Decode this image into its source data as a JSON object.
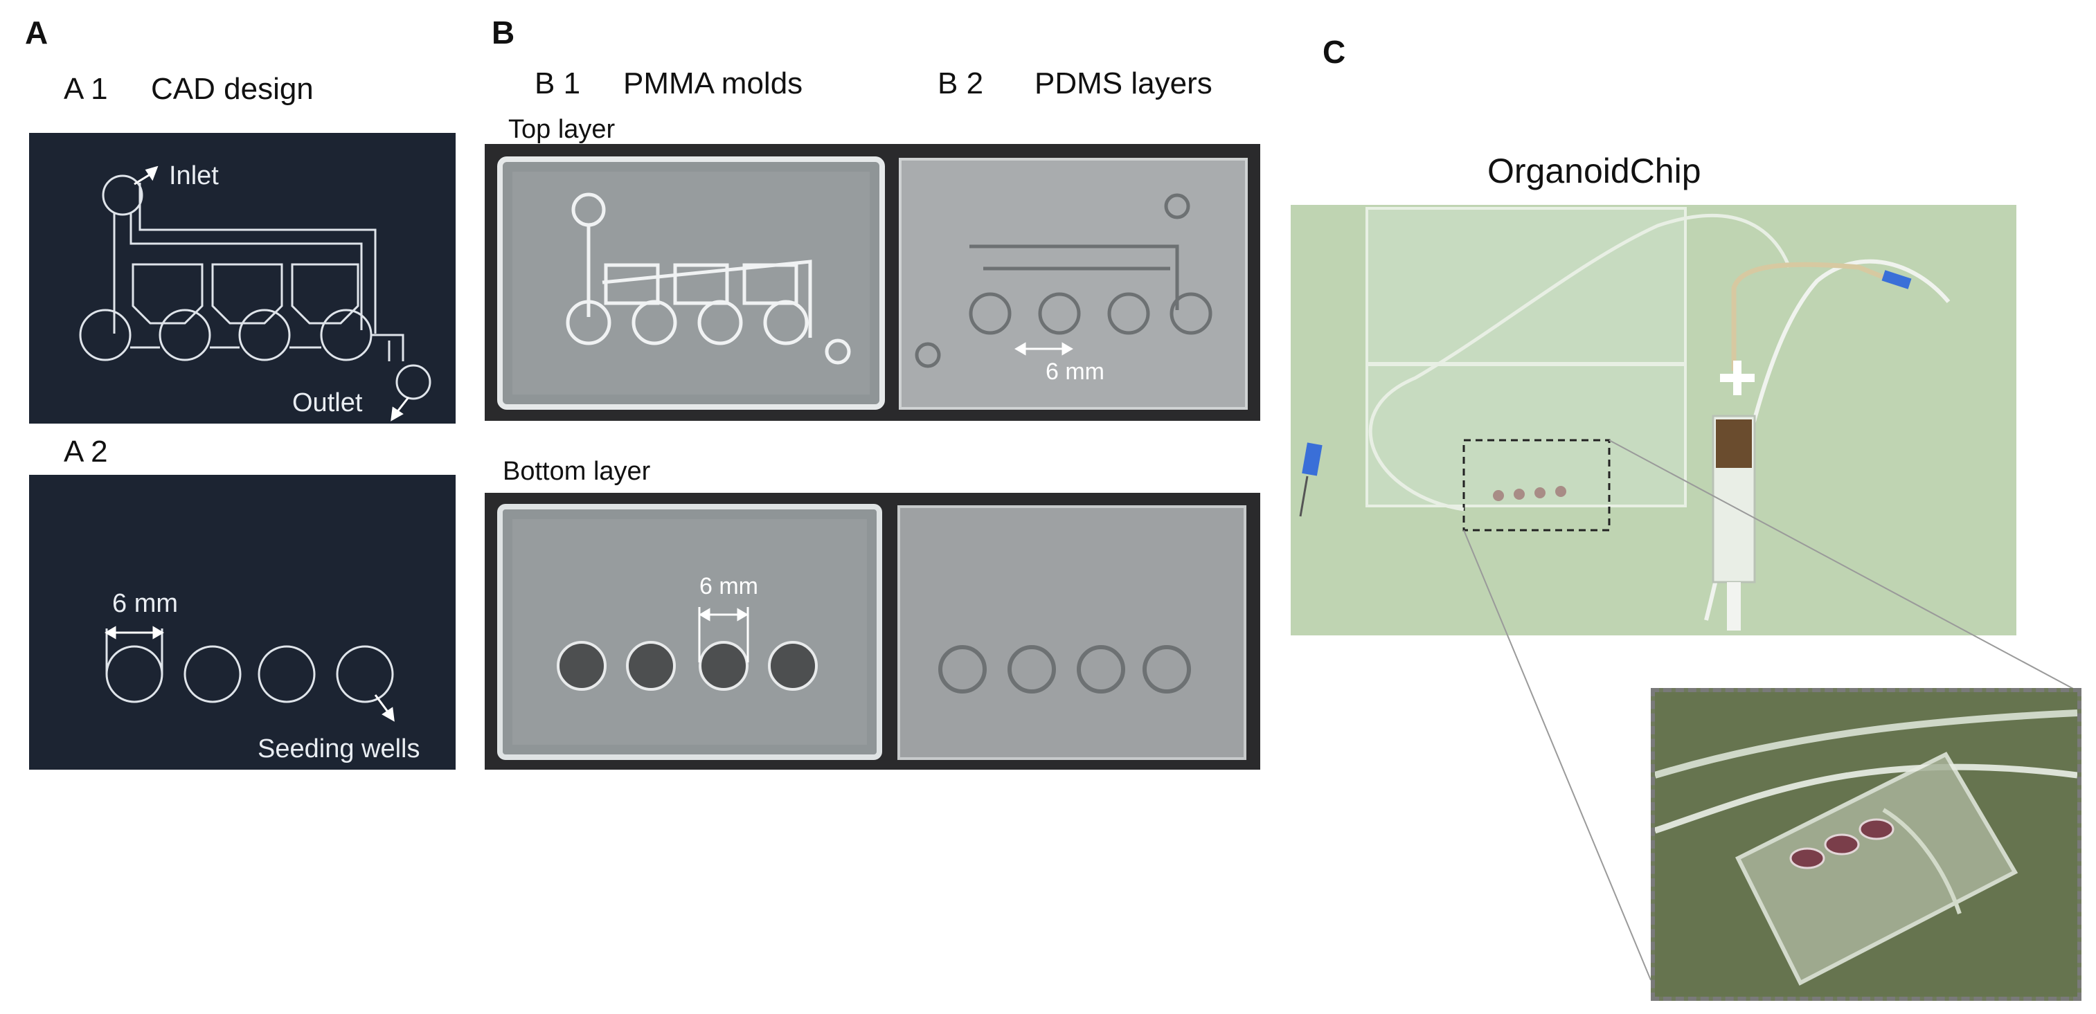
{
  "panels": {
    "a": {
      "letter": "A",
      "a1": {
        "number": "A 1",
        "title": "CAD design",
        "inlet": "Inlet",
        "outlet": "Outlet"
      },
      "a2": {
        "number": "A 2",
        "dimension": "6 mm",
        "wells": "Seeding wells"
      }
    },
    "b": {
      "letter": "B",
      "b1": {
        "number": "B 1",
        "title": "PMMA molds"
      },
      "b2": {
        "number": "B 2",
        "title": "PDMS layers"
      },
      "top_layer": "Top layer",
      "bottom_layer": "Bottom layer",
      "dimension_top": "6 mm",
      "dimension_bottom": "6 mm"
    },
    "c": {
      "letter": "C",
      "title": "OrganoidChip"
    }
  },
  "colors": {
    "cad_background": "#1c2432",
    "cad_lines": "#dfe4ea",
    "photo_background": "#2a2a2c",
    "bench_green": "#bfd4b2",
    "inset_border": "#7a7a7a"
  }
}
